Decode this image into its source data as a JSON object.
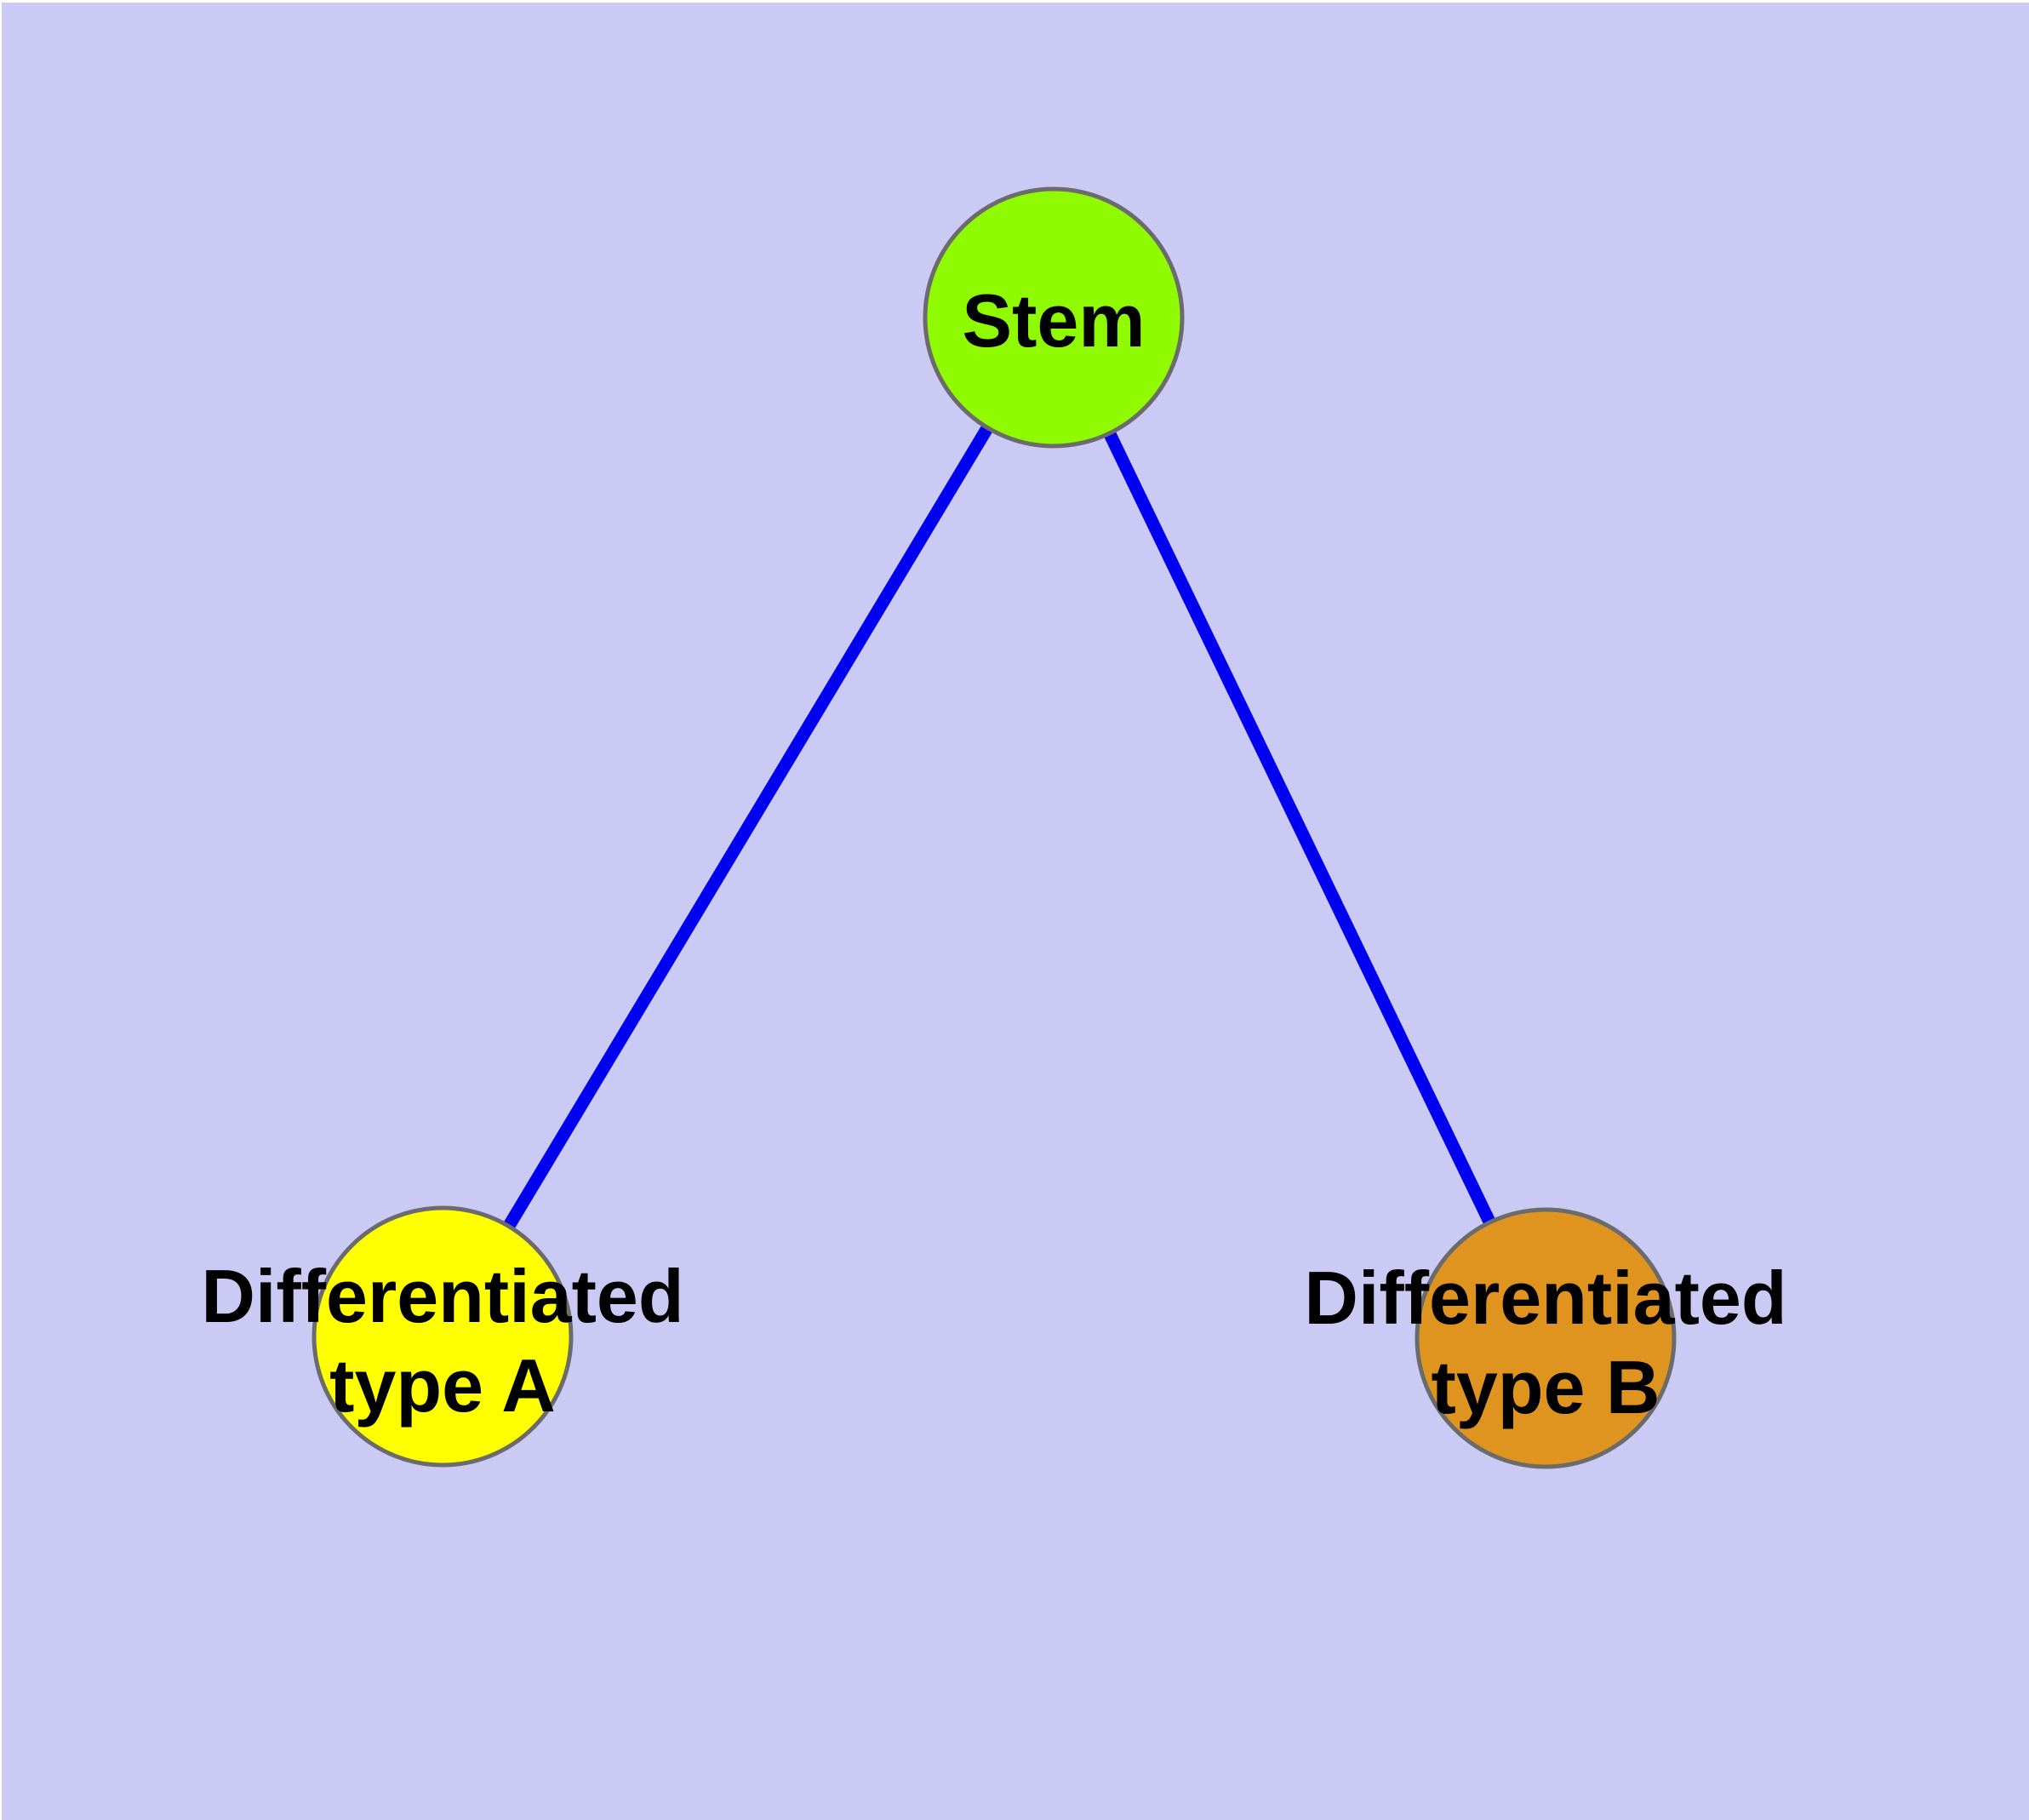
{
  "diagram": {
    "type": "node-link-graph",
    "colors": {
      "background": "#CACAF5",
      "edge": "#0000F0",
      "node_border": "#6B6B6B",
      "label_text": "#000000"
    },
    "nodes": [
      {
        "id": "stem",
        "label": "Stem",
        "label_lines": [
          "Stem"
        ],
        "fill": "#8FFA00"
      },
      {
        "id": "differentiated-type-a",
        "label": "Differentiated type A",
        "label_lines": [
          "Differentiated",
          "type A"
        ],
        "fill": "#FFFF00"
      },
      {
        "id": "differentiated-type-b",
        "label": "Differentiated type B",
        "label_lines": [
          "Differentiated",
          "type B"
        ],
        "fill": "#E09420"
      }
    ],
    "edges": [
      {
        "from": "Stem",
        "to": "Differentiated type A"
      },
      {
        "from": "Stem",
        "to": "Differentiated type B"
      }
    ]
  }
}
